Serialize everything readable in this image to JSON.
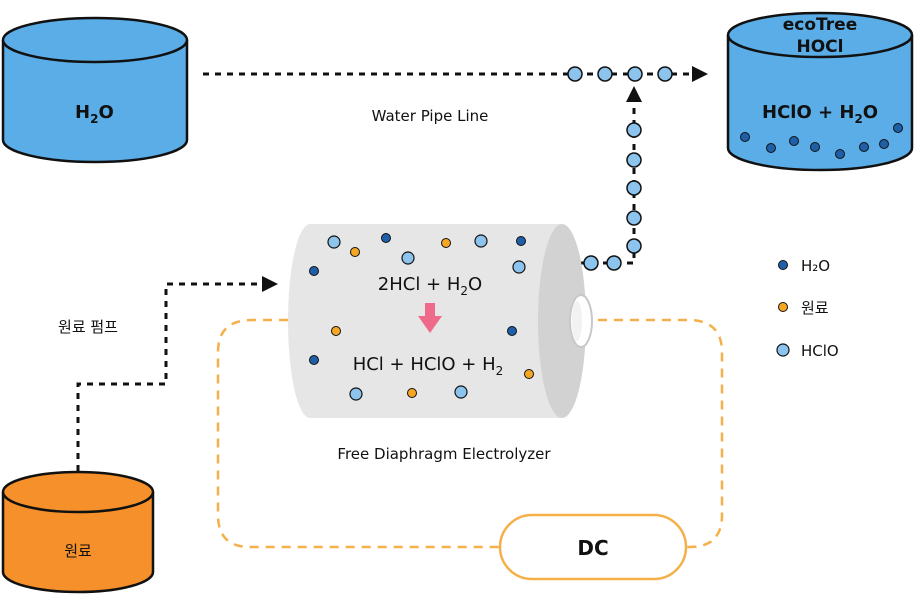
{
  "tanks": {
    "water": {
      "label": "H",
      "sub": "2",
      "tail": "O",
      "color": "#5aade6"
    },
    "ecotree": {
      "title1": "ecoTree",
      "title2": "HOCl",
      "formula": "HClO + H",
      "sub": "2",
      "tail": "O",
      "color": "#5aade6"
    },
    "raw": {
      "label": "원료",
      "color": "#f5902a"
    }
  },
  "labels": {
    "water_pipe": "Water Pipe Line",
    "raw_pump": "원료 펌프",
    "electrolyzer": "Free Diaphragm Electrolyzer",
    "dc": "DC"
  },
  "reaction": {
    "top": "2HCl + H",
    "top_sub": "2",
    "top_tail": "O",
    "bottom": "HCl + HClO + H",
    "bottom_sub": "2"
  },
  "legend": [
    {
      "label": "H₂O",
      "color": "#1e5fa8"
    },
    {
      "label": "원료",
      "color": "#f5a623"
    },
    {
      "label": "HClO",
      "color": "#8cc4ee"
    }
  ]
}
